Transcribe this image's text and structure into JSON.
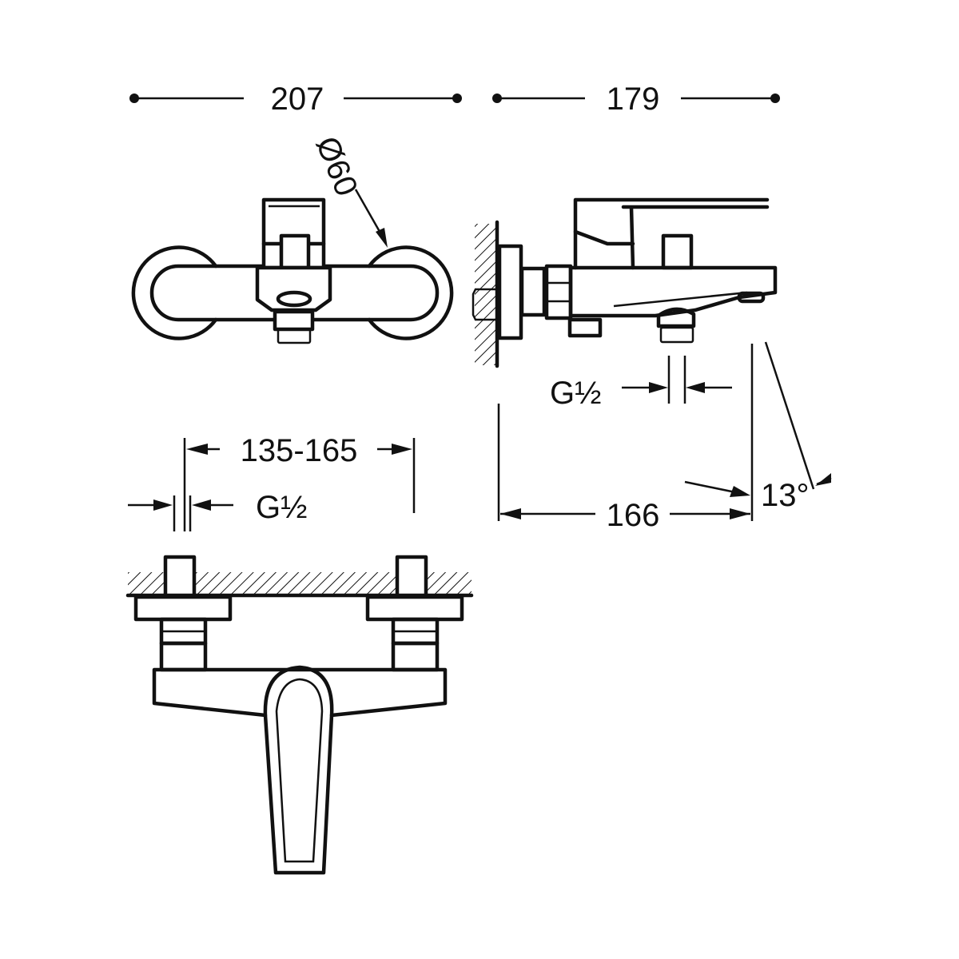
{
  "dimensions": {
    "front_width": "207",
    "side_depth": "179",
    "rosette_diameter": "Ø60",
    "outlet_thread_side": "G½",
    "spout_projection": "166",
    "spout_angle": "13°",
    "center_distance": "135-165",
    "inlet_thread": "G½"
  },
  "colors": {
    "line": "#111111",
    "background": "#ffffff"
  }
}
